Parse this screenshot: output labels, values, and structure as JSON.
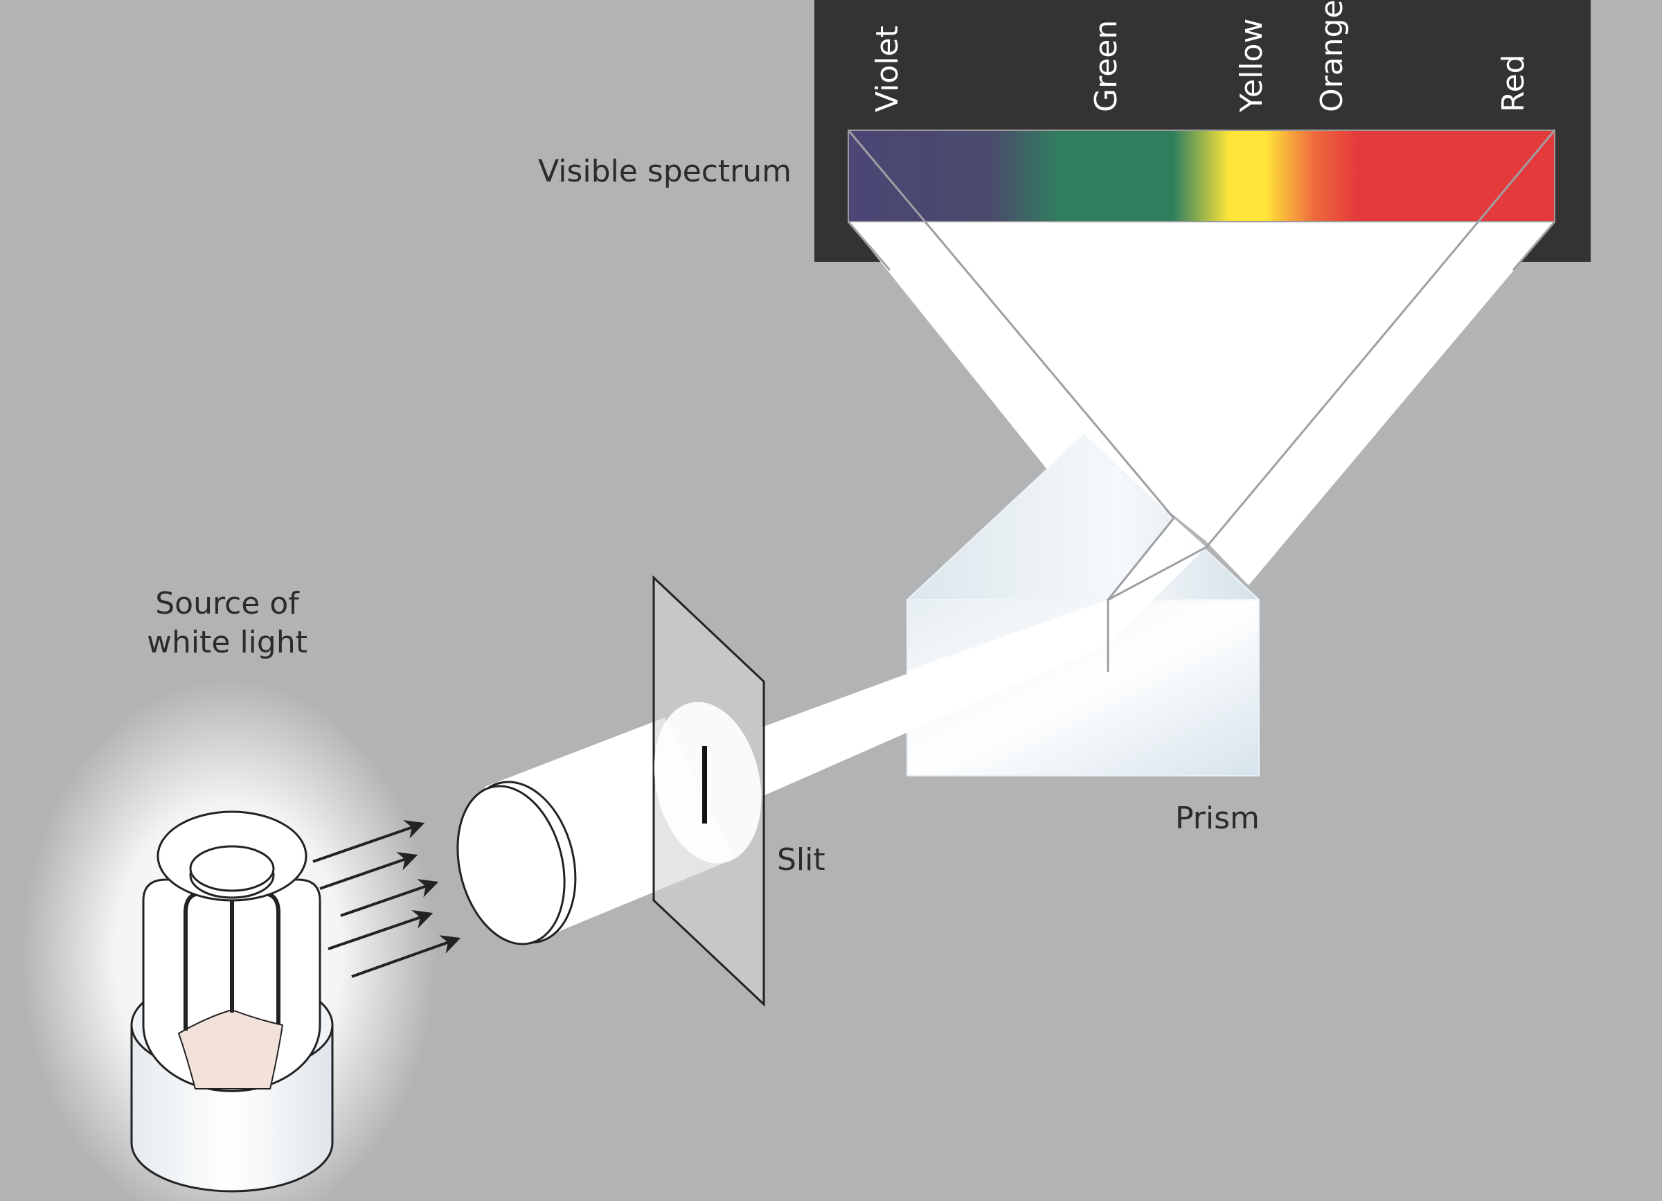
{
  "labels": {
    "source": [
      "Source of",
      "white light"
    ],
    "slit": "Slit",
    "prism": "Prism",
    "visible_spectrum": "Visible spectrum"
  },
  "spectrum_colors": [
    "Violet",
    "Green",
    "Yellow",
    "Orange",
    "Red"
  ],
  "colors": {
    "background": "#b2b3b5",
    "spectrum_panel": "#343233",
    "beam": "#ffffff",
    "violet": "#4b4675",
    "green": "#2f7f5e",
    "yellow": "#ffe53a",
    "orange": "#ee7a3c",
    "red": "#e43a3c",
    "filament_base": "#f2e2da"
  }
}
